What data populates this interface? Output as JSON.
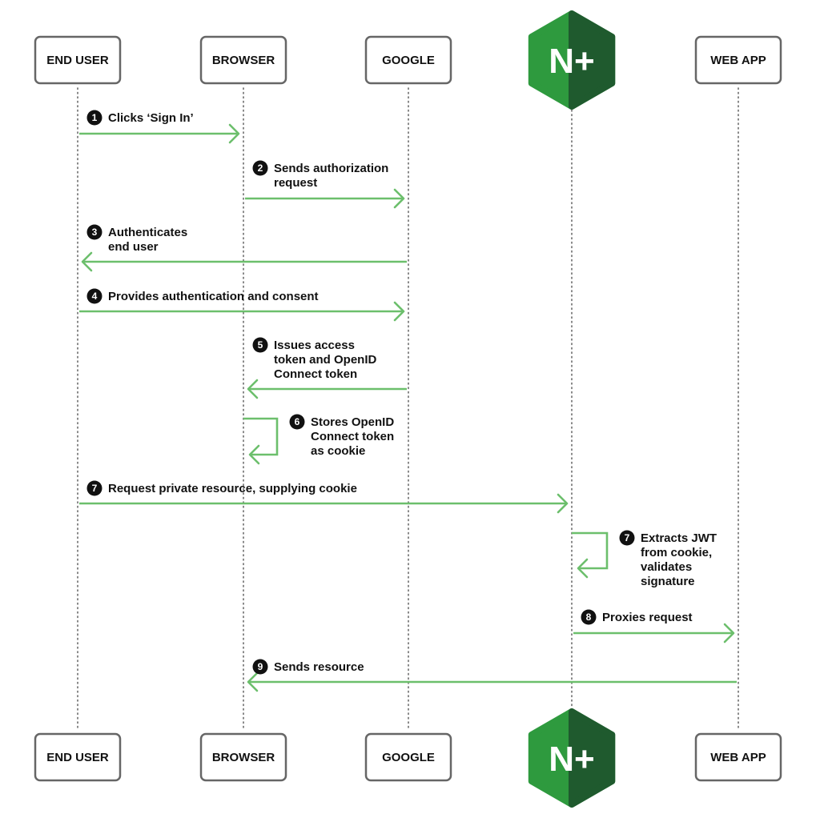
{
  "actors": [
    {
      "id": "end-user",
      "label": "END USER",
      "type": "box"
    },
    {
      "id": "browser",
      "label": "BROWSER",
      "type": "box"
    },
    {
      "id": "google",
      "label": "GOOGLE",
      "type": "box"
    },
    {
      "id": "nginx-plus",
      "label": "N+",
      "type": "logo"
    },
    {
      "id": "web-app",
      "label": "WEB APP",
      "type": "box"
    }
  ],
  "steps": [
    {
      "num": "1",
      "from": 0,
      "to": 1,
      "lines": [
        "Clicks ‘Sign In’"
      ]
    },
    {
      "num": "2",
      "from": 1,
      "to": 2,
      "lines": [
        "Sends authorization",
        "request"
      ]
    },
    {
      "num": "3",
      "from": 2,
      "to": 0,
      "lines": [
        "Authenticates",
        "end user"
      ]
    },
    {
      "num": "4",
      "from": 0,
      "to": 2,
      "lines": [
        "Provides authentication and consent"
      ]
    },
    {
      "num": "5",
      "from": 2,
      "to": 1,
      "lines": [
        "Issues access",
        "token and OpenID",
        "Connect token"
      ]
    },
    {
      "num": "6",
      "from": 1,
      "to": 1,
      "lines": [
        "Stores OpenID",
        "Connect token",
        "as cookie"
      ]
    },
    {
      "num": "7",
      "from": 0,
      "to": 3,
      "lines": [
        "Request private resource, supplying cookie"
      ]
    },
    {
      "num": "7",
      "from": 3,
      "to": 3,
      "lines": [
        "Extracts JWT",
        "from cookie,",
        "validates",
        "signature"
      ]
    },
    {
      "num": "8",
      "from": 3,
      "to": 4,
      "lines": [
        "Proxies request"
      ]
    },
    {
      "num": "9",
      "from": 4,
      "to": 1,
      "lines": [
        "Sends resource"
      ]
    }
  ],
  "colors": {
    "arrow": "#6cbf6c",
    "box_border": "#666666",
    "logo_light": "#2e9a3e",
    "logo_dark": "#1f5a2e",
    "badge": "#111111",
    "lifeline": "#555555"
  }
}
